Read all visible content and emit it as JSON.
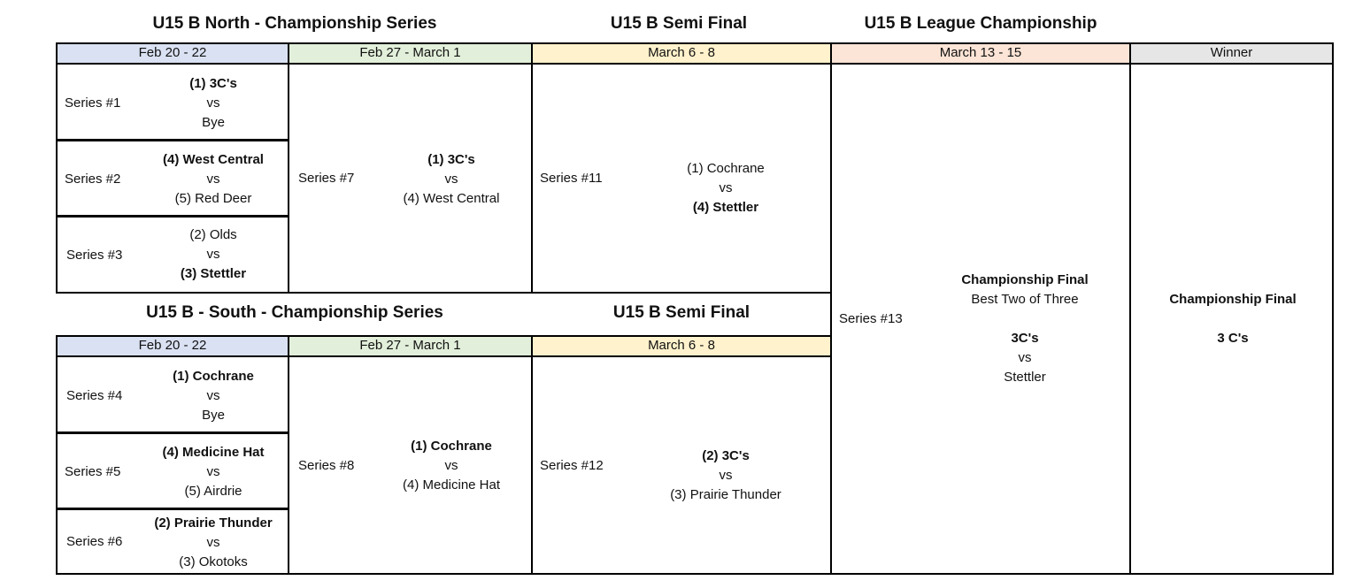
{
  "titles": {
    "north": "U15 B North - Championship Series",
    "semi_top": "U15 B Semi Final",
    "league": "U15 B League Championship",
    "south": "U15 B - South - Championship Series",
    "semi_bottom": "U15 B Semi Final"
  },
  "headers_top": [
    "Feb 20 - 22",
    "Feb 27 - March 1",
    "March 6 - 8",
    "March 13 - 15",
    "Winner"
  ],
  "headers_bottom": [
    "Feb 20 - 22",
    "Feb 27 - March 1",
    "March 6 - 8"
  ],
  "colors": {
    "blue": "#d9e1f2",
    "green": "#e2efda",
    "yellow": "#fff2cc",
    "peach": "#fce4d6",
    "gray": "#e7e6e6"
  },
  "series": {
    "s1": {
      "label": "Series #1",
      "lines": [
        "(1) 3C's",
        "vs",
        "Bye"
      ]
    },
    "s2": {
      "label": "Series #2",
      "lines": [
        "(4) West Central",
        "vs",
        "(5) Red Deer"
      ]
    },
    "s3": {
      "label": "Series #3",
      "lines": [
        "(2) Olds",
        "vs",
        "(3) Stettler"
      ]
    },
    "s7": {
      "label": "Series #7",
      "lines": [
        "(1) 3C's",
        "vs",
        "(4) West Central"
      ]
    },
    "s11": {
      "label": "Series #11",
      "lines": [
        "(1) Cochrane",
        "vs",
        "(4) Stettler"
      ]
    },
    "s4": {
      "label": "Series #4",
      "lines": [
        "(1) Cochrane",
        "vs",
        "Bye"
      ]
    },
    "s5": {
      "label": "Series #5",
      "lines": [
        "(4) Medicine Hat",
        "vs",
        "(5) Airdrie"
      ]
    },
    "s6": {
      "label": "Series #6",
      "lines": [
        "(2) Prairie Thunder",
        "vs",
        "(3) Okotoks"
      ]
    },
    "s8": {
      "label": "Series #8",
      "lines": [
        "(1) Cochrane",
        "vs",
        "(4) Medicine Hat"
      ]
    },
    "s12": {
      "label": "Series #12",
      "lines": [
        "(2) 3C's",
        "vs",
        "(3) Prairie Thunder"
      ]
    },
    "s13": {
      "label": "Series #13",
      "lines": [
        "Championship Final",
        "Best Two of Three",
        "",
        "3C's",
        "vs",
        "Stettler"
      ]
    }
  },
  "winner": {
    "lines": [
      "Championship Final",
      "",
      "3 C's"
    ]
  }
}
